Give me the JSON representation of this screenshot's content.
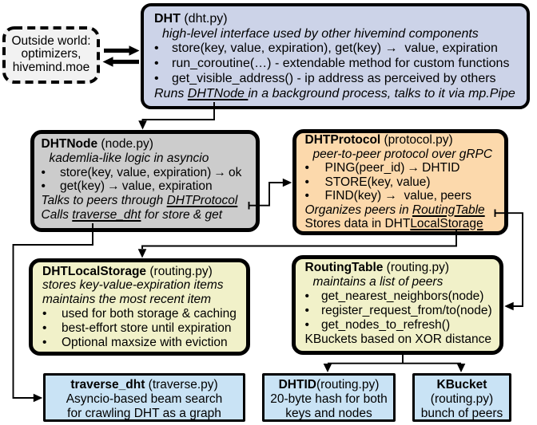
{
  "diagram": {
    "title": "hivemind DHT architecture diagram",
    "background": "#ffffff",
    "line_color": "#000000",
    "boxes": [
      {
        "id": "outside-world-box",
        "fill": "#f2f2f2",
        "border_style": "dashed",
        "lines": [
          {
            "segments": [
              {
                "text": "Outside world:"
              }
            ]
          },
          {
            "segments": [
              {
                "text": "optimizers,"
              }
            ]
          },
          {
            "segments": [
              {
                "text": "hivemind.moe"
              }
            ]
          }
        ]
      },
      {
        "id": "dht-box",
        "fill": "#ccd3e8",
        "border_style": "solid",
        "lines": [
          {
            "style": "title",
            "segments": [
              {
                "text": "DHT",
                "bold": true
              },
              {
                "text": " (dht.py)"
              }
            ]
          },
          {
            "style": "ital ind1",
            "segments": [
              {
                "text": "high-level interface used by other hivemind components",
                "italic": true
              }
            ]
          },
          {
            "style": "bullet",
            "segments": [
              {
                "text": "store(key, value, expiration), get(key) →  value, expiration"
              }
            ]
          },
          {
            "style": "bullet",
            "segments": [
              {
                "text": "run_coroutine(…) - extendable method for custom functions"
              }
            ]
          },
          {
            "style": "bullet",
            "segments": [
              {
                "text": "get_visible_address() - ip address as perceived by others"
              }
            ]
          },
          {
            "style": "ital",
            "segments": [
              {
                "text": "Runs ",
                "italic": true
              },
              {
                "text": "DHTNode ",
                "italic": true,
                "underline": true
              },
              {
                "text": "in a background process, talks to it via mp.Pipe",
                "italic": true
              }
            ]
          }
        ]
      },
      {
        "id": "dhtnode-box",
        "fill": "#cccccc",
        "border_style": "solid",
        "lines": [
          {
            "style": "title",
            "segments": [
              {
                "text": "DHTNode",
                "bold": true
              },
              {
                "text": " (node.py)"
              }
            ]
          },
          {
            "style": "ital ind1",
            "segments": [
              {
                "text": "kademlia-like logic in asyncio",
                "italic": true
              }
            ]
          },
          {
            "style": "bullet",
            "segments": [
              {
                "text": "store(key, value, expiration) → ok"
              }
            ]
          },
          {
            "style": "bullet",
            "segments": [
              {
                "text": "get(key) → value, expiration"
              }
            ]
          },
          {
            "style": "ital",
            "segments": [
              {
                "text": "Talks to peers through ",
                "italic": true
              },
              {
                "text": "DHTProtocol",
                "italic": true,
                "underline": true
              }
            ]
          },
          {
            "style": "ital",
            "segments": [
              {
                "text": "Calls ",
                "italic": true
              },
              {
                "text": "traverse_dht",
                "italic": true,
                "underline": true
              },
              {
                "text": " for store & get",
                "italic": true
              }
            ]
          }
        ]
      },
      {
        "id": "dhtprotocol-box",
        "fill": "#fcd9ac",
        "border_style": "solid",
        "lines": [
          {
            "style": "title",
            "segments": [
              {
                "text": "DHTProtocol",
                "bold": true
              },
              {
                "text": " (protocol.py)"
              }
            ]
          },
          {
            "style": "ital ind1",
            "segments": [
              {
                "text": "peer-to-peer protocol over gRPC",
                "italic": true
              }
            ]
          },
          {
            "style": "bullet",
            "segments": [
              {
                "text": "PING(peer_id) → DHTID"
              }
            ]
          },
          {
            "style": "bullet",
            "segments": [
              {
                "text": "STORE(key, value)"
              }
            ]
          },
          {
            "style": "bullet",
            "segments": [
              {
                "text": "FIND(key) →  value, peers"
              }
            ]
          },
          {
            "style": "ital",
            "segments": [
              {
                "text": "Organizes peers in ",
                "italic": true
              },
              {
                "text": "RoutingTable",
                "italic": true,
                "underline": true
              }
            ]
          },
          {
            "style": "",
            "segments": [
              {
                "text": "Stores data in DHT"
              },
              {
                "text": "LocalStorage",
                "underline": true
              }
            ]
          }
        ]
      },
      {
        "id": "dhtlocalstorage-box",
        "fill": "#f1f1c9",
        "border_style": "solid",
        "lines": [
          {
            "style": "title",
            "segments": [
              {
                "text": "DHTLocalStorage",
                "bold": true
              },
              {
                "text": " (routing.py)"
              }
            ]
          },
          {
            "style": "ital",
            "segments": [
              {
                "text": "stores key-value-expiration items",
                "italic": true
              }
            ]
          },
          {
            "style": "ital",
            "segments": [
              {
                "text": "maintains the most recent item",
                "italic": true
              }
            ]
          },
          {
            "style": "bullet",
            "segments": [
              {
                "text": "used for both storage & caching"
              }
            ]
          },
          {
            "style": "bullet",
            "segments": [
              {
                "text": "best-effort store until expiration"
              }
            ]
          },
          {
            "style": "bullet",
            "segments": [
              {
                "text": "Optional maxsize with eviction"
              }
            ]
          }
        ]
      },
      {
        "id": "routingtable-box",
        "fill": "#f1f1c9",
        "border_style": "solid",
        "lines": [
          {
            "style": "title",
            "segments": [
              {
                "text": "RoutingTable",
                "bold": true
              },
              {
                "text": " (routing.py)"
              }
            ]
          },
          {
            "style": "ital ind1",
            "segments": [
              {
                "text": "maintains a list of peers",
                "italic": true
              }
            ]
          },
          {
            "style": "bullet",
            "segments": [
              {
                "text": "get_nearest_neighbors(node)"
              }
            ]
          },
          {
            "style": "bullet",
            "segments": [
              {
                "text": "register_request_from/to(node)"
              }
            ]
          },
          {
            "style": "bullet",
            "segments": [
              {
                "text": "get_nodes_to_refresh()"
              }
            ]
          },
          {
            "style": "",
            "segments": [
              {
                "text": "KBuckets based on XOR distance"
              }
            ]
          }
        ]
      },
      {
        "id": "traverse-box",
        "fill": "#c9e3f5",
        "border_style": "solid",
        "lines": [
          {
            "style": "",
            "segments": [
              {
                "text": "traverse_dht",
                "bold": true
              },
              {
                "text": " (traverse.py)"
              }
            ]
          },
          {
            "style": "",
            "segments": [
              {
                "text": "Asyncio-based beam search"
              }
            ]
          },
          {
            "style": "",
            "segments": [
              {
                "text": "for crawling DHT as a graph"
              }
            ]
          }
        ]
      },
      {
        "id": "dhtid-box",
        "fill": "#c9e3f5",
        "border_style": "solid",
        "lines": [
          {
            "style": "",
            "segments": [
              {
                "text": "DHTID",
                "bold": true
              },
              {
                "text": "(routing.py)"
              }
            ]
          },
          {
            "style": "",
            "segments": [
              {
                "text": "20-byte hash for both"
              }
            ]
          },
          {
            "style": "",
            "segments": [
              {
                "text": "keys and nodes"
              }
            ]
          }
        ]
      },
      {
        "id": "kbucket-box",
        "fill": "#c9e3f5",
        "border_style": "solid",
        "lines": [
          {
            "style": "",
            "segments": [
              {
                "text": "KBucket",
                "bold": true
              }
            ]
          },
          {
            "style": "",
            "segments": [
              {
                "text": "(routing.py)"
              }
            ]
          },
          {
            "style": "",
            "segments": [
              {
                "text": "bunch of peers"
              }
            ]
          }
        ]
      }
    ],
    "connections": [
      {
        "from": "outside-world-box",
        "to": "dht-box",
        "style": "thick-arrow"
      },
      {
        "from": "dht-box",
        "to": "outside-world-box",
        "style": "thick-arrow"
      },
      {
        "from": "dht-box",
        "to": "dhtnode-box"
      },
      {
        "from": "dhtnode-box",
        "to": "dhtprotocol-box"
      },
      {
        "from": "dhtprotocol-box",
        "to": "routingtable-box"
      },
      {
        "from": "dhtprotocol-box",
        "to": "dhtlocalstorage-box"
      },
      {
        "from": "dhtnode-box",
        "to": "traverse-box"
      },
      {
        "from": "routingtable-box",
        "to": "dhtid-box"
      },
      {
        "from": "routingtable-box",
        "to": "kbucket-box"
      }
    ]
  }
}
